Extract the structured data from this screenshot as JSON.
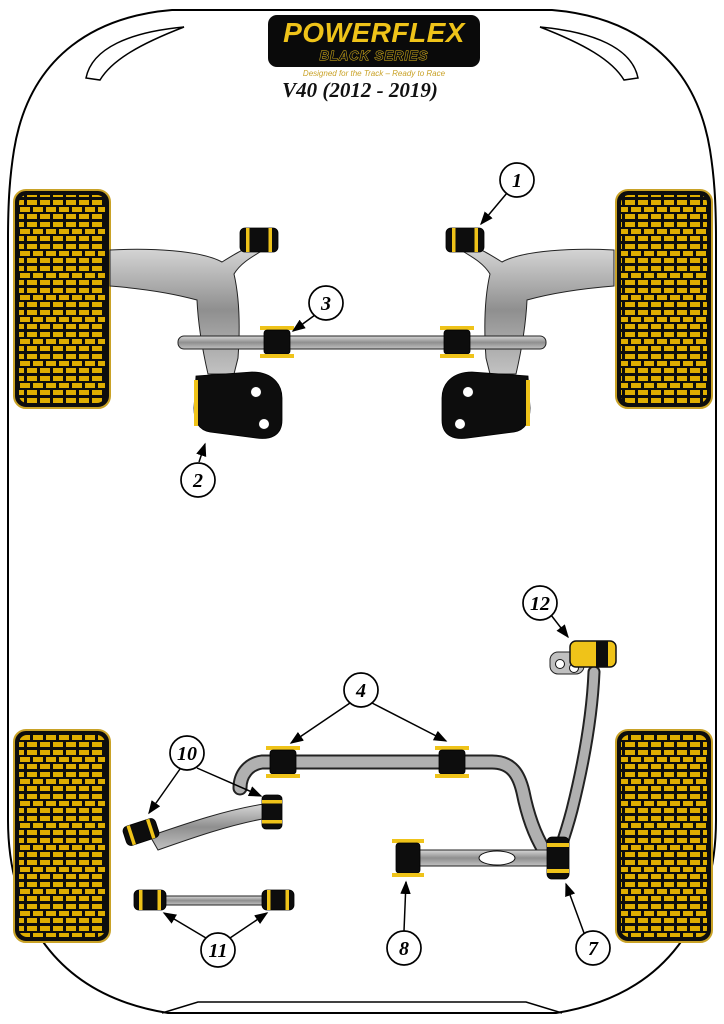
{
  "header": {
    "brand": "POWERFLEX",
    "series": "BLACK SERIES",
    "tagline": "Designed for the Track – Ready to Race",
    "model": "V40 (2012 - 2019)"
  },
  "colors": {
    "accent_yellow": "#EFC319",
    "gold": "#C9A227",
    "tread_yellow": "#DFAE00",
    "part_black": "#0d0d0d",
    "arm_gray": "#9a9a9a"
  },
  "callouts": [
    {
      "id": "1"
    },
    {
      "id": "2"
    },
    {
      "id": "3"
    },
    {
      "id": "4"
    },
    {
      "id": "7"
    },
    {
      "id": "8"
    },
    {
      "id": "10"
    },
    {
      "id": "11"
    },
    {
      "id": "12"
    }
  ]
}
